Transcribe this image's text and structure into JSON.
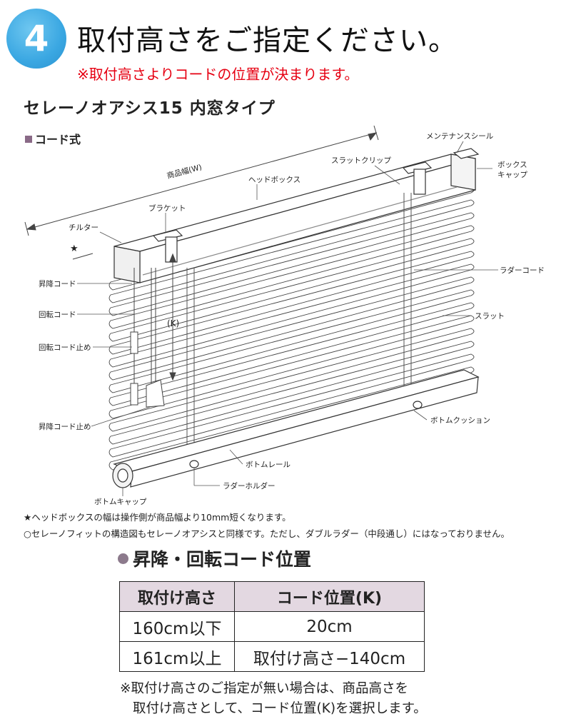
{
  "step": {
    "number": "4",
    "title": "取付高さをご指定ください。",
    "note": "※取付高さよりコードの位置が決まります。"
  },
  "product": {
    "name": "セレーノオアシス15 内窓タイプ",
    "cord_type": "コード式"
  },
  "diagram": {
    "labels": {
      "maintenance_seal": "メンテナンスシール",
      "box_cap_1": "ボックス",
      "box_cap_2": "キャップ",
      "width": "商品幅(W)",
      "head_box": "ヘッドボックス",
      "slat_clip": "スラットクリップ",
      "bracket": "ブラケット",
      "tilter": "チルター",
      "star": "★",
      "lift_cord": "昇降コード",
      "tilt_cord": "回転コード",
      "tilt_cord_stopper": "回転コード止め",
      "lift_cord_stopper": "昇降コード止め",
      "k": "(K)",
      "ladder_cord": "ラダーコード",
      "slat": "スラット",
      "bottom_cushion": "ボトムクッション",
      "bottom_rail": "ボトムレール",
      "ladder_holder": "ラダーホルダー",
      "bottom_cap": "ボトムキャップ"
    }
  },
  "footnotes": [
    "★ヘッドボックスの幅は操作側が商品幅より10mm短くなります。",
    "○セレーノフィットの構造図もセレーノオアシスと同様です。ただし、ダブルラダー（中段通し）にはなっておりません。"
  ],
  "cord_position": {
    "title": "昇降・回転コード位置",
    "headers": [
      "取付け高さ",
      "コード位置(K)"
    ],
    "rows": [
      [
        "160cm以下",
        "20cm"
      ],
      [
        "161cm以上",
        "取付け高さ−140cm"
      ]
    ]
  },
  "bottom_note": {
    "line1": "※取付け高さのご指定が無い場合は、商品高さを",
    "line2": "取付け高さとして、コード位置(K)を選択します。"
  }
}
